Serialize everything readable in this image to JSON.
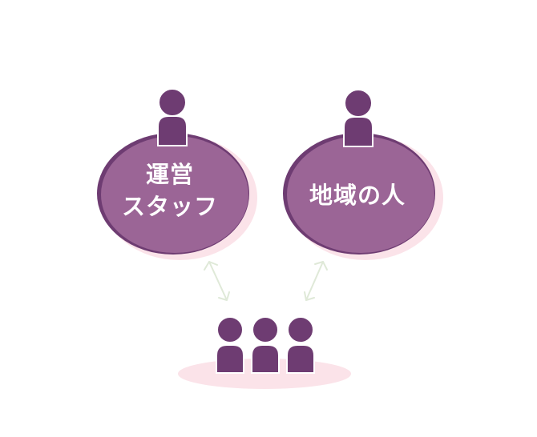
{
  "colors": {
    "bubble_fill": "#9b6596",
    "bubble_edge": "#6e3c72",
    "person": "#6e3c72",
    "shadow": "#fbe3e9",
    "arrow": "#dfe9d8"
  },
  "staff_bubble": {
    "line1": "運営",
    "line2": "スタッフ"
  },
  "community_bubble": {
    "label": "地域の人"
  },
  "icons": [
    "person-icon",
    "two-way-arrow-icon"
  ]
}
